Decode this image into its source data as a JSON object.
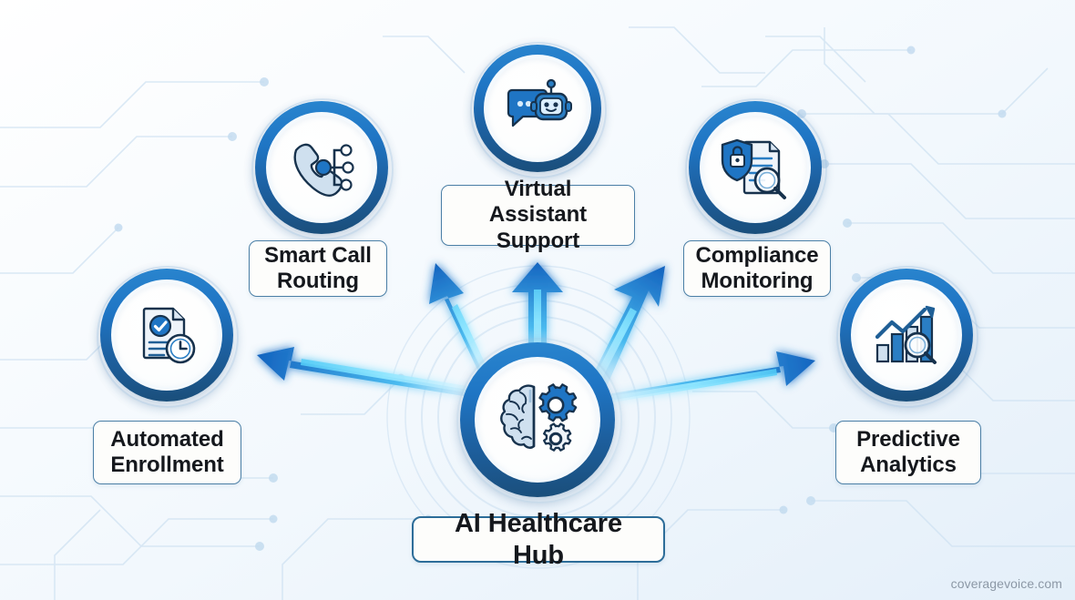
{
  "diagram": {
    "title": "AI Healthcare Hub",
    "type": "hub-and-spoke",
    "watermark": "coveragevoice.com",
    "colors": {
      "ring_light": "#2a86cf",
      "ring_mid": "#1f75c4",
      "ring_dark": "#1a4d78",
      "arrow_core": "#5fd8ff",
      "arrow_edge": "#1565c0",
      "label_border": "#4b7fa6",
      "label_bg": "#fdfdfb",
      "label_text": "#15181d",
      "background": "#eef6fc",
      "watermark_text": "#8c98a6"
    },
    "hub": {
      "label": "AI Healthcare Hub",
      "icon": "brain-gears-icon"
    },
    "nodes": [
      {
        "id": "automated-enrollment",
        "label": "Automated Enrollment",
        "line1": "Automated",
        "line2": "Enrollment",
        "icon": "document-check-clock-icon"
      },
      {
        "id": "smart-call-routing",
        "label": "Smart Call Routing",
        "line1": "Smart Call",
        "line2": "Routing",
        "icon": "phone-network-routing-icon"
      },
      {
        "id": "virtual-assistant-support",
        "label": "Virtual Assistant Support",
        "line1": "Virtual Assistant",
        "line2": "Support",
        "icon": "chatbot-robot-icon"
      },
      {
        "id": "compliance-monitoring",
        "label": "Compliance Monitoring",
        "line1": "Compliance",
        "line2": "Monitoring",
        "icon": "shield-lock-document-magnifier-icon"
      },
      {
        "id": "predictive-analytics",
        "label": "Predictive Analytics",
        "line1": "Predictive",
        "line2": "Analytics",
        "icon": "growth-chart-magnifier-icon"
      }
    ],
    "connections": [
      {
        "from": "AI Healthcare Hub",
        "to": "Automated Enrollment",
        "style": "glowing-blue-arrow"
      },
      {
        "from": "AI Healthcare Hub",
        "to": "Smart Call Routing",
        "style": "glowing-blue-arrow"
      },
      {
        "from": "AI Healthcare Hub",
        "to": "Virtual Assistant Support",
        "style": "glowing-blue-arrow"
      },
      {
        "from": "AI Healthcare Hub",
        "to": "Compliance Monitoring",
        "style": "glowing-blue-arrow"
      },
      {
        "from": "AI Healthcare Hub",
        "to": "Predictive Analytics",
        "style": "glowing-blue-arrow"
      }
    ]
  }
}
